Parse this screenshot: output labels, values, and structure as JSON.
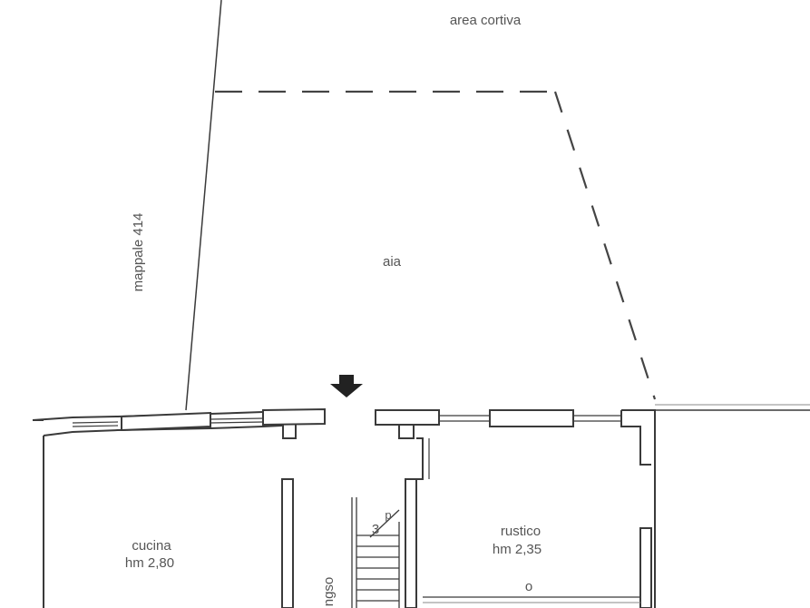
{
  "plan": {
    "labels": {
      "area_cortiva": "area cortiva",
      "mappale": "mappale 414",
      "aia": "aia",
      "cucina": "cucina",
      "cucina_height": "hm 2,80",
      "rustico": "rustico",
      "rustico_height": "hm 2,35",
      "stair_steps": "3",
      "stair_unit": "p",
      "corridor": "ngso",
      "symbol": "o"
    },
    "colors": {
      "line": "#3a3a3a",
      "wall_fill": "#ffffff",
      "text": "#555555",
      "arrow": "#222222"
    },
    "icons": [
      "entrance-arrow-icon"
    ]
  }
}
